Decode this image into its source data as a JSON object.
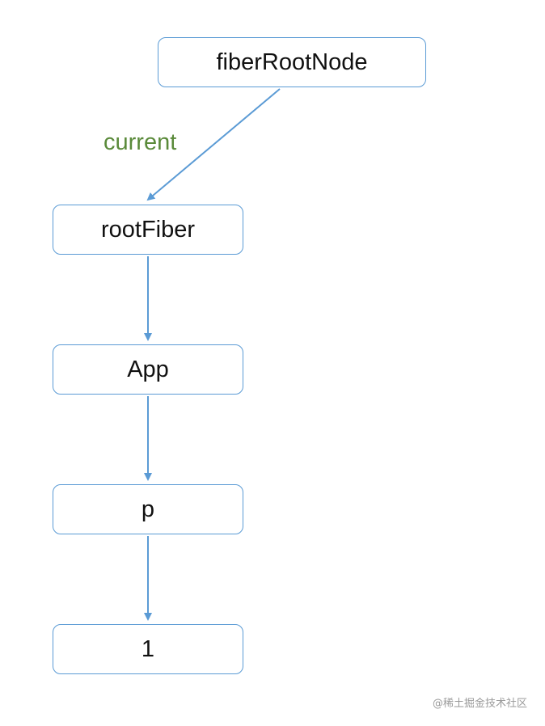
{
  "nodes": {
    "fiber_root_node": "fiberRootNode",
    "root_fiber": "rootFiber",
    "app": "App",
    "p": "p",
    "text_1": "1"
  },
  "edge_labels": {
    "current": "current"
  },
  "watermark": "@稀土掘金技术社区",
  "colors": {
    "node_border": "#5b9bd5",
    "arrow": "#5b9bd5",
    "edge_label": "#5a8a3a"
  }
}
